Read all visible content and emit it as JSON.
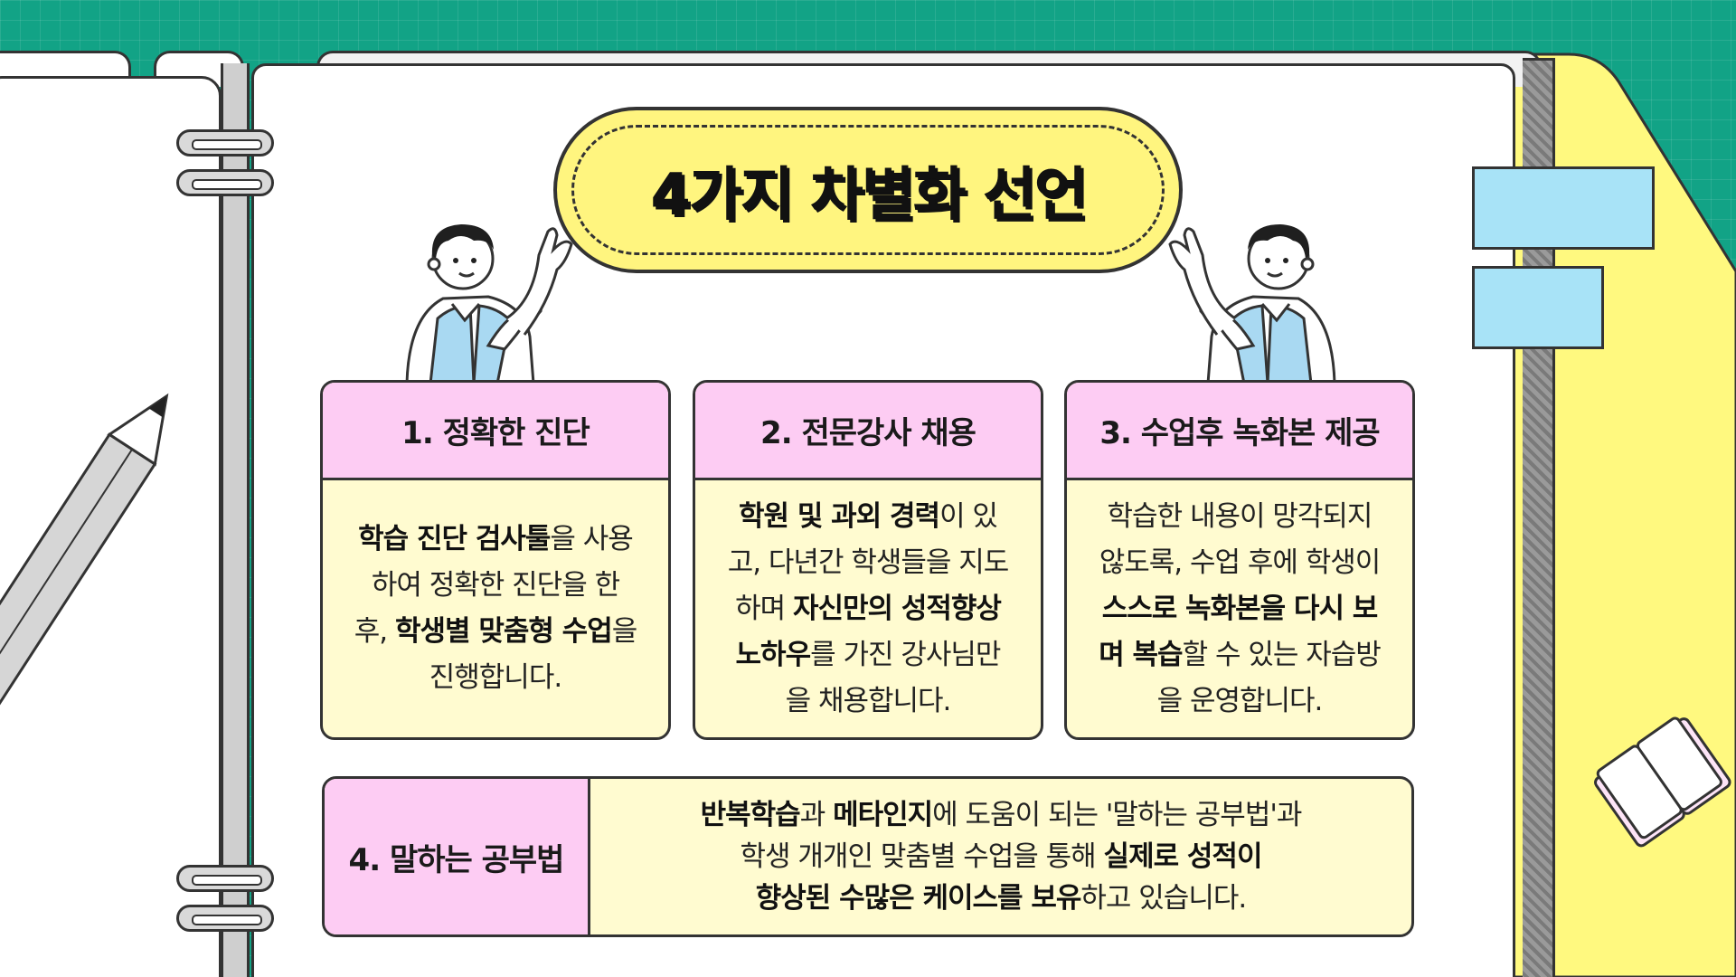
{
  "title": "4가지 차별화 선언",
  "cards": [
    {
      "heading": "1. 정확한 진단",
      "lines": [
        [
          {
            "t": "학습 진단 검사툴",
            "b": true
          },
          {
            "t": "을 사용",
            "b": false
          }
        ],
        [
          {
            "t": "하여 정확한 진단을 한",
            "b": false
          }
        ],
        [
          {
            "t": "후, ",
            "b": false
          },
          {
            "t": "학생별 맞춤형 수업",
            "b": true
          },
          {
            "t": "을",
            "b": false
          }
        ],
        [
          {
            "t": "진행합니다.",
            "b": false
          }
        ]
      ]
    },
    {
      "heading": "2. 전문강사 채용",
      "lines": [
        [
          {
            "t": "학원 및 과외 경력",
            "b": true
          },
          {
            "t": "이 있",
            "b": false
          }
        ],
        [
          {
            "t": "고, 다년간 학생들을 지도",
            "b": false
          }
        ],
        [
          {
            "t": "하며 ",
            "b": false
          },
          {
            "t": "자신만의 성적향상",
            "b": true
          }
        ],
        [
          {
            "t": "노하우",
            "b": true
          },
          {
            "t": "를 가진 강사님만",
            "b": false
          }
        ],
        [
          {
            "t": "을 채용합니다.",
            "b": false
          }
        ]
      ]
    },
    {
      "heading": "3. 수업후 녹화본 제공",
      "lines": [
        [
          {
            "t": "학습한 내용이 망각되지",
            "b": false
          }
        ],
        [
          {
            "t": "않도록, 수업 후에 학생이",
            "b": false
          }
        ],
        [
          {
            "t": "스스로 녹화본을 다시 보",
            "b": true
          }
        ],
        [
          {
            "t": "며 복습",
            "b": true
          },
          {
            "t": "할 수 있는 자습방",
            "b": false
          }
        ],
        [
          {
            "t": "을 운영합니다.",
            "b": false
          }
        ]
      ]
    }
  ],
  "card4": {
    "heading": "4.  말하는 공부법",
    "lines": [
      [
        {
          "t": "반복학습",
          "b": true
        },
        {
          "t": "과 ",
          "b": false
        },
        {
          "t": "메타인지",
          "b": true
        },
        {
          "t": "에 도움이 되는 '말하는 공부법'과",
          "b": false
        }
      ],
      [
        {
          "t": "학생 개개인 맞춤별 수업을 통해 ",
          "b": false
        },
        {
          "t": "실제로 성적이",
          "b": true
        }
      ],
      [
        {
          "t": "향상된 수많은 케이스를 보유",
          "b": true
        },
        {
          "t": "하고 있습니다.",
          "b": false
        }
      ]
    ]
  },
  "colors": {
    "background": "#12a386",
    "folder": "#fff97f",
    "pill": "#fff57f",
    "card_header": "#fdccf3",
    "card_body": "#fffbd0",
    "tab": "#a8e3f7",
    "vest": "#a9d9f2"
  },
  "icons": [
    "pencil-icon",
    "book-icon",
    "student-pointing-icon"
  ]
}
